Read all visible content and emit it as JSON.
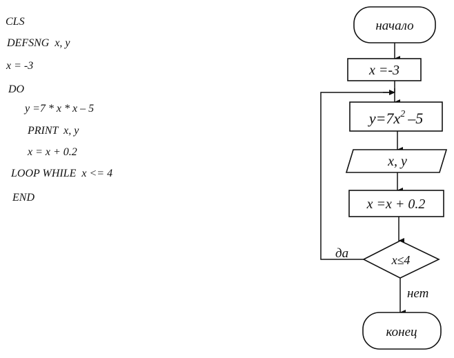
{
  "program": {
    "lines": [
      "CLS",
      "DEFSNG  x, y",
      "x = -3",
      "DO",
      "y =7 * x * x – 5",
      "PRINT  x, y",
      "x = x + 0.2",
      "LOOP WHILE  x <= 4",
      "END"
    ]
  },
  "flowchart": {
    "start": "начало",
    "init": "x =-3",
    "compute_main": "y=7x",
    "compute_power": "2",
    "compute_tail": "–5",
    "output": "x, y",
    "increment": "x =x + 0.2",
    "condition": "x≤4",
    "yes_label": "да",
    "no_label": "нет",
    "end": "конец"
  }
}
